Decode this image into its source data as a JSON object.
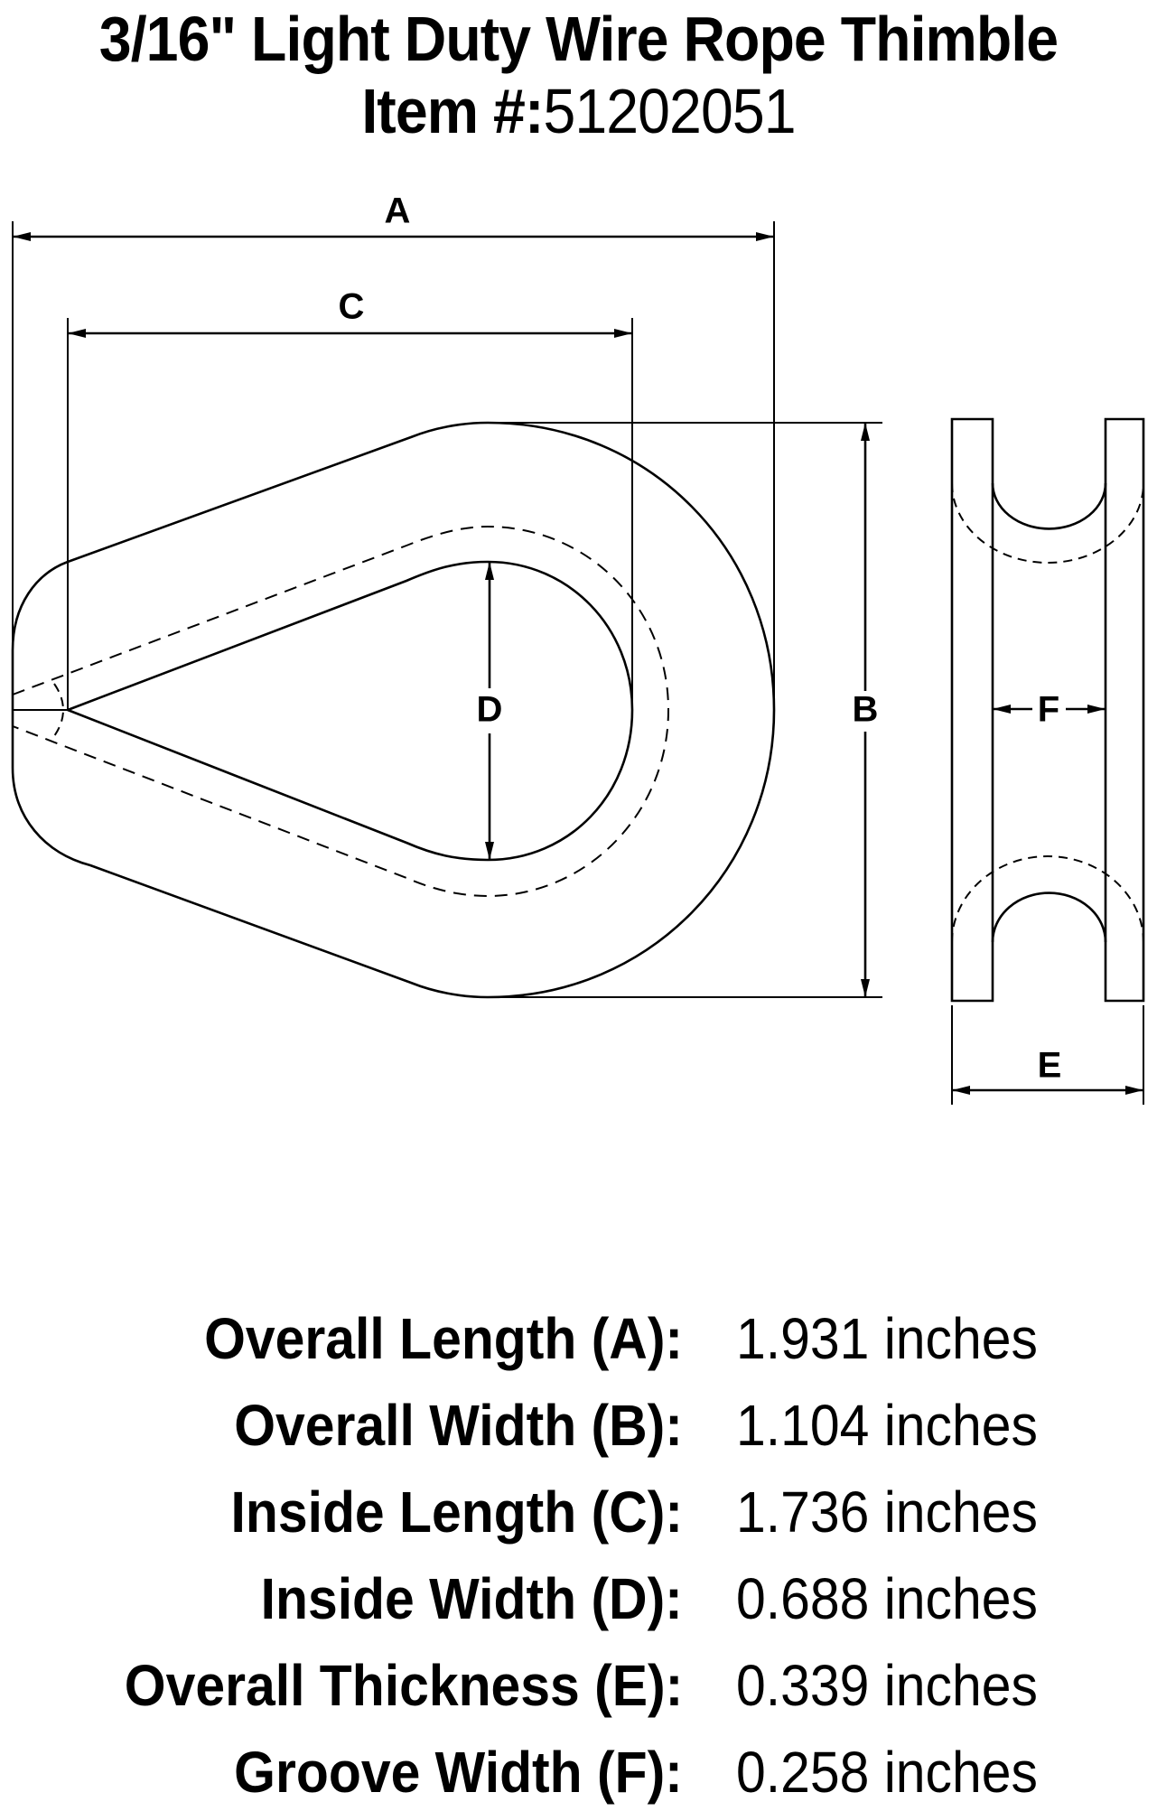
{
  "header": {
    "title": "3/16\" Light Duty Wire Rope Thimble",
    "item_label": "Item #:",
    "item_number": "51202051"
  },
  "drawing": {
    "dimension_labels": {
      "A": "A",
      "B": "B",
      "C": "C",
      "D": "D",
      "E": "E",
      "F": "F"
    },
    "line_color": "#000000",
    "background_color": "#ffffff"
  },
  "specs": [
    {
      "label": "Overall Length (A):",
      "value": "1.931 inches"
    },
    {
      "label": "Overall Width (B):",
      "value": "1.104 inches"
    },
    {
      "label": "Inside Length (C):",
      "value": "1.736 inches"
    },
    {
      "label": "Inside Width (D):",
      "value": "0.688 inches"
    },
    {
      "label": "Overall Thickness (E):",
      "value": "0.339 inches"
    },
    {
      "label": "Groove Width (F):",
      "value": "0.258 inches"
    }
  ]
}
